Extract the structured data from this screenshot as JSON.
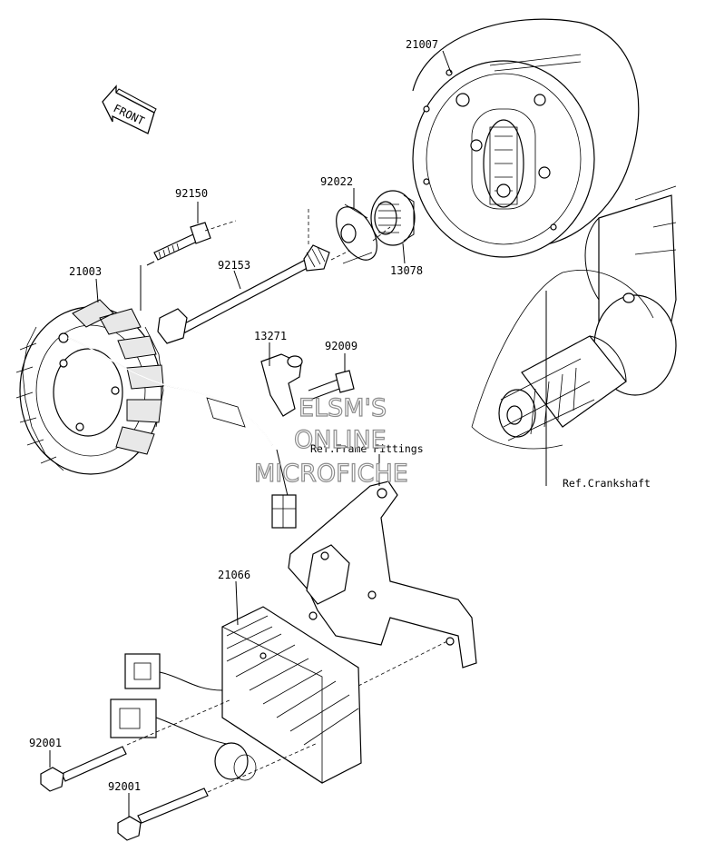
{
  "parts": [
    {
      "id": "flywheel",
      "number": "21007"
    },
    {
      "id": "washer",
      "number": "92022"
    },
    {
      "id": "gear",
      "number": "13078"
    },
    {
      "id": "bolt-stator",
      "number": "92150"
    },
    {
      "id": "stator",
      "number": "21003"
    },
    {
      "id": "bolt-flywheel",
      "number": "92153"
    },
    {
      "id": "bracket-clamp",
      "number": "13271"
    },
    {
      "id": "screw-clamp",
      "number": "92009"
    },
    {
      "id": "regulator",
      "number": "21066"
    },
    {
      "id": "bolt-regulator-1",
      "number": "92001"
    },
    {
      "id": "bolt-regulator-2",
      "number": "92001"
    }
  ],
  "references": {
    "frame": "Ref.Frame Fittings",
    "crankshaft": "Ref.Crankshaft"
  },
  "front_arrow": "FRONT",
  "watermark": [
    "ELSM'S",
    "ONLINE",
    "MICROFICHE"
  ]
}
